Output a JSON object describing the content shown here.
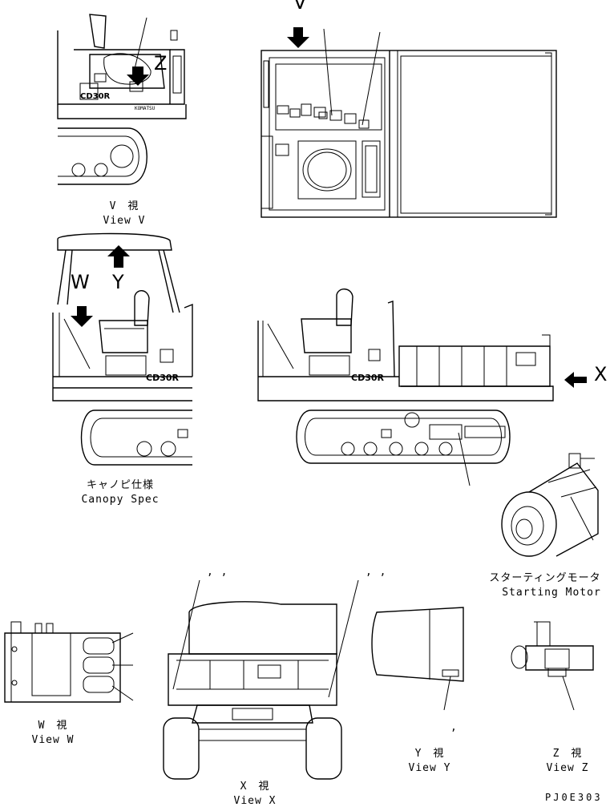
{
  "view_v": {
    "jp": "V　視",
    "en": "View V",
    "letter": "V"
  },
  "canopy": {
    "jp": "キャノピ仕様",
    "en": "Canopy Spec",
    "letter_w": "W",
    "letter_y": "Y"
  },
  "view_x": {
    "jp": "X　視",
    "en": "View X",
    "letter": "X"
  },
  "starting_motor": {
    "jp": "スターティングモータ",
    "en": "Starting Motor"
  },
  "view_w": {
    "jp": "W　視",
    "en": "View W"
  },
  "view_y": {
    "jp": "Y　視",
    "en": "View Y"
  },
  "view_z": {
    "jp": "Z　視",
    "en": "View Z",
    "letter": "Z"
  },
  "model_badge": "CD30R",
  "brand_mark": "KOMATSU",
  "drawing_code": "PJ0E303",
  "callout_commas": [
    ",  ,",
    ",  ,",
    ","
  ]
}
